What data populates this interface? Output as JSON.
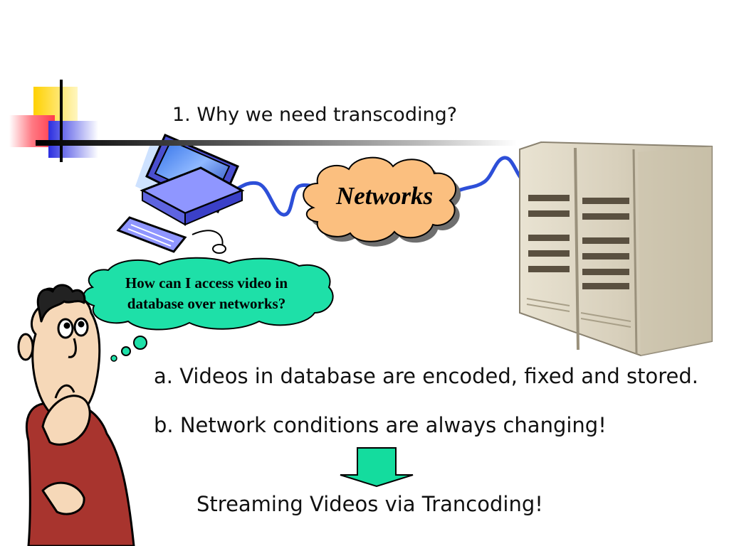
{
  "slide": {
    "title": "1. Why we need transcoding?",
    "cloud_label": "Networks",
    "thought_bubble": "How can I access video in database over networks?",
    "bullets": [
      "a. Videos in database are encoded, fixed and stored.",
      "b. Network conditions are always changing!"
    ],
    "conclusion": "Streaming Videos via Trancoding!"
  },
  "icons": {
    "corner": "decorative-squares-icon",
    "computer": "computer-icon",
    "cloud": "cloud-icon",
    "server": "server-rack-icon",
    "person": "thinking-man-icon",
    "arrow": "down-arrow-icon"
  },
  "colors": {
    "cloud_fill": "#fbbf7f",
    "bubble_fill": "#1ee0a8",
    "cable": "#2d4fd8",
    "arrow_fill": "#14dc9e",
    "square_yellow": "#ffd100",
    "square_red": "#ff5a68",
    "square_blue": "#2a2ee0"
  }
}
